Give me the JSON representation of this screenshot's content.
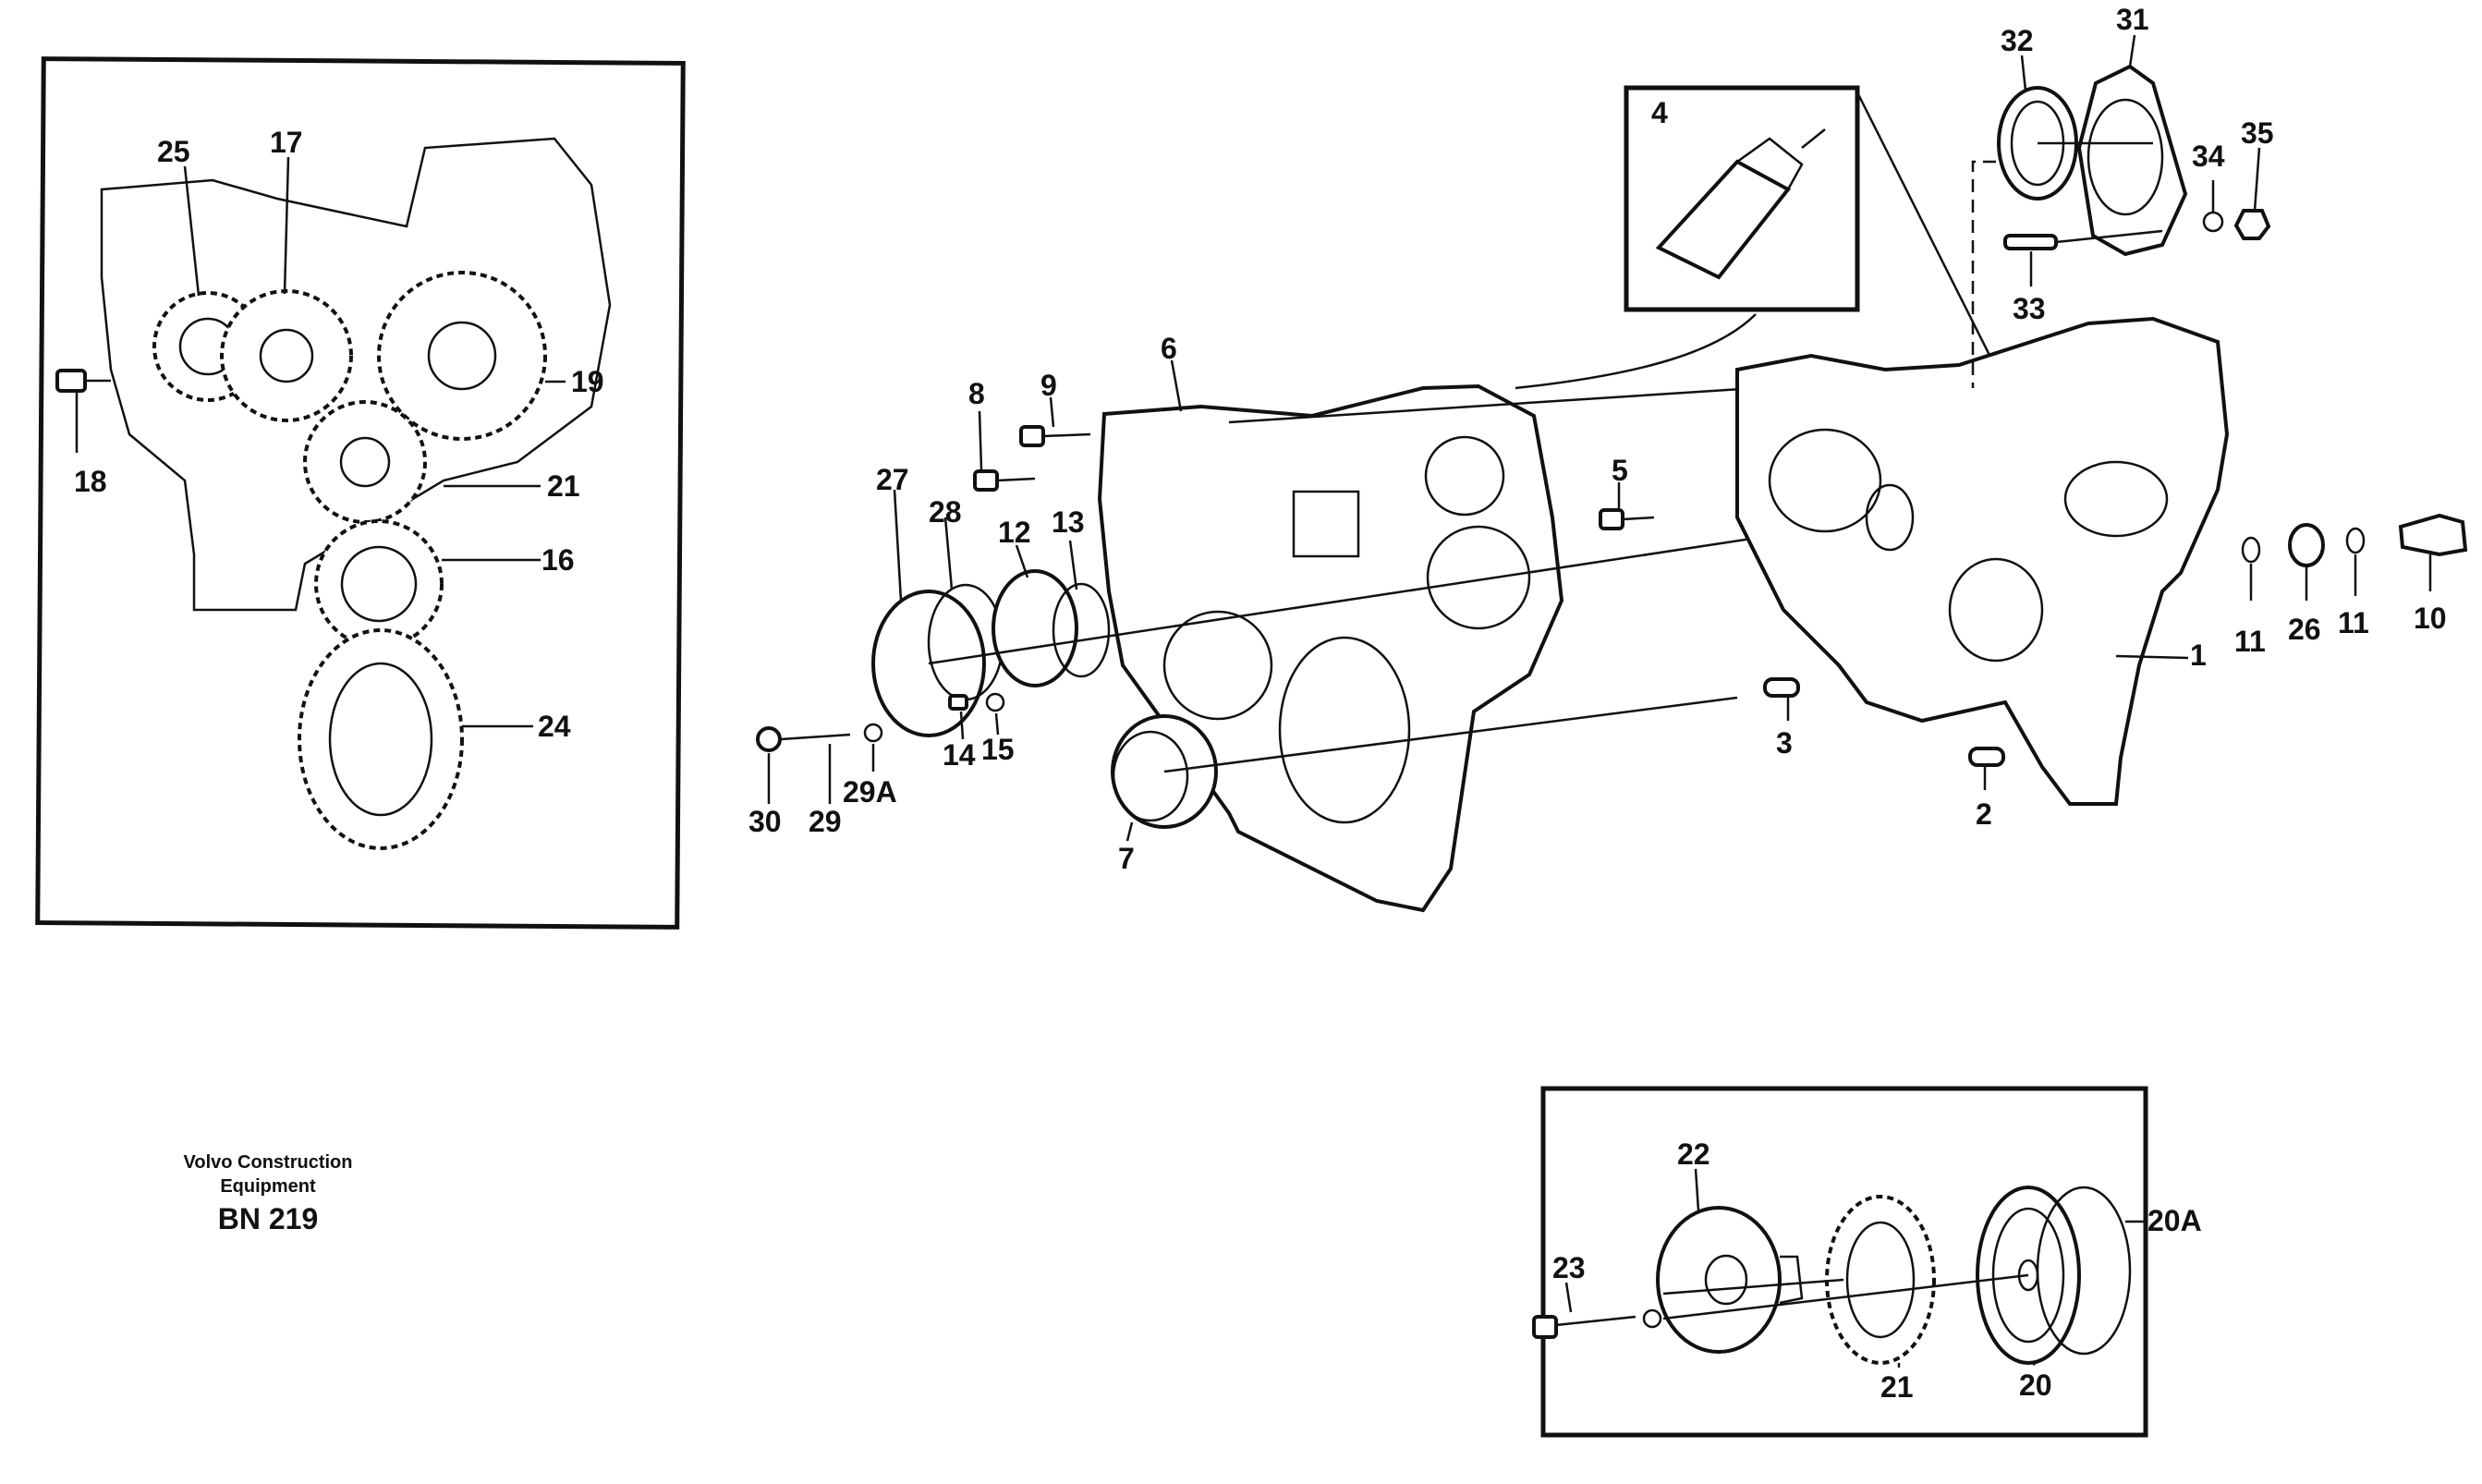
{
  "labels": {
    "l1": "1",
    "l2": "2",
    "l3": "3",
    "l4": "4",
    "l5": "5",
    "l6": "6",
    "l7": "7",
    "l8": "8",
    "l9": "9",
    "l10": "10",
    "l11a": "11",
    "l11b": "11",
    "l12": "12",
    "l13": "13",
    "l14": "14",
    "l15": "15",
    "l16": "16",
    "l17": "17",
    "l18": "18",
    "l19": "19",
    "l20": "20",
    "l20a": "20A",
    "l21a": "21",
    "l21b": "21",
    "l22": "22",
    "l23": "23",
    "l24": "24",
    "l25": "25",
    "l26": "26",
    "l27": "27",
    "l28": "28",
    "l29": "29",
    "l29a": "29A",
    "l30": "30",
    "l31": "31",
    "l32": "32",
    "l33": "33",
    "l34": "34",
    "l35": "35"
  },
  "imprint": {
    "company_line1": "Volvo Construction",
    "company_line2": "Equipment",
    "code": "BN 219"
  }
}
